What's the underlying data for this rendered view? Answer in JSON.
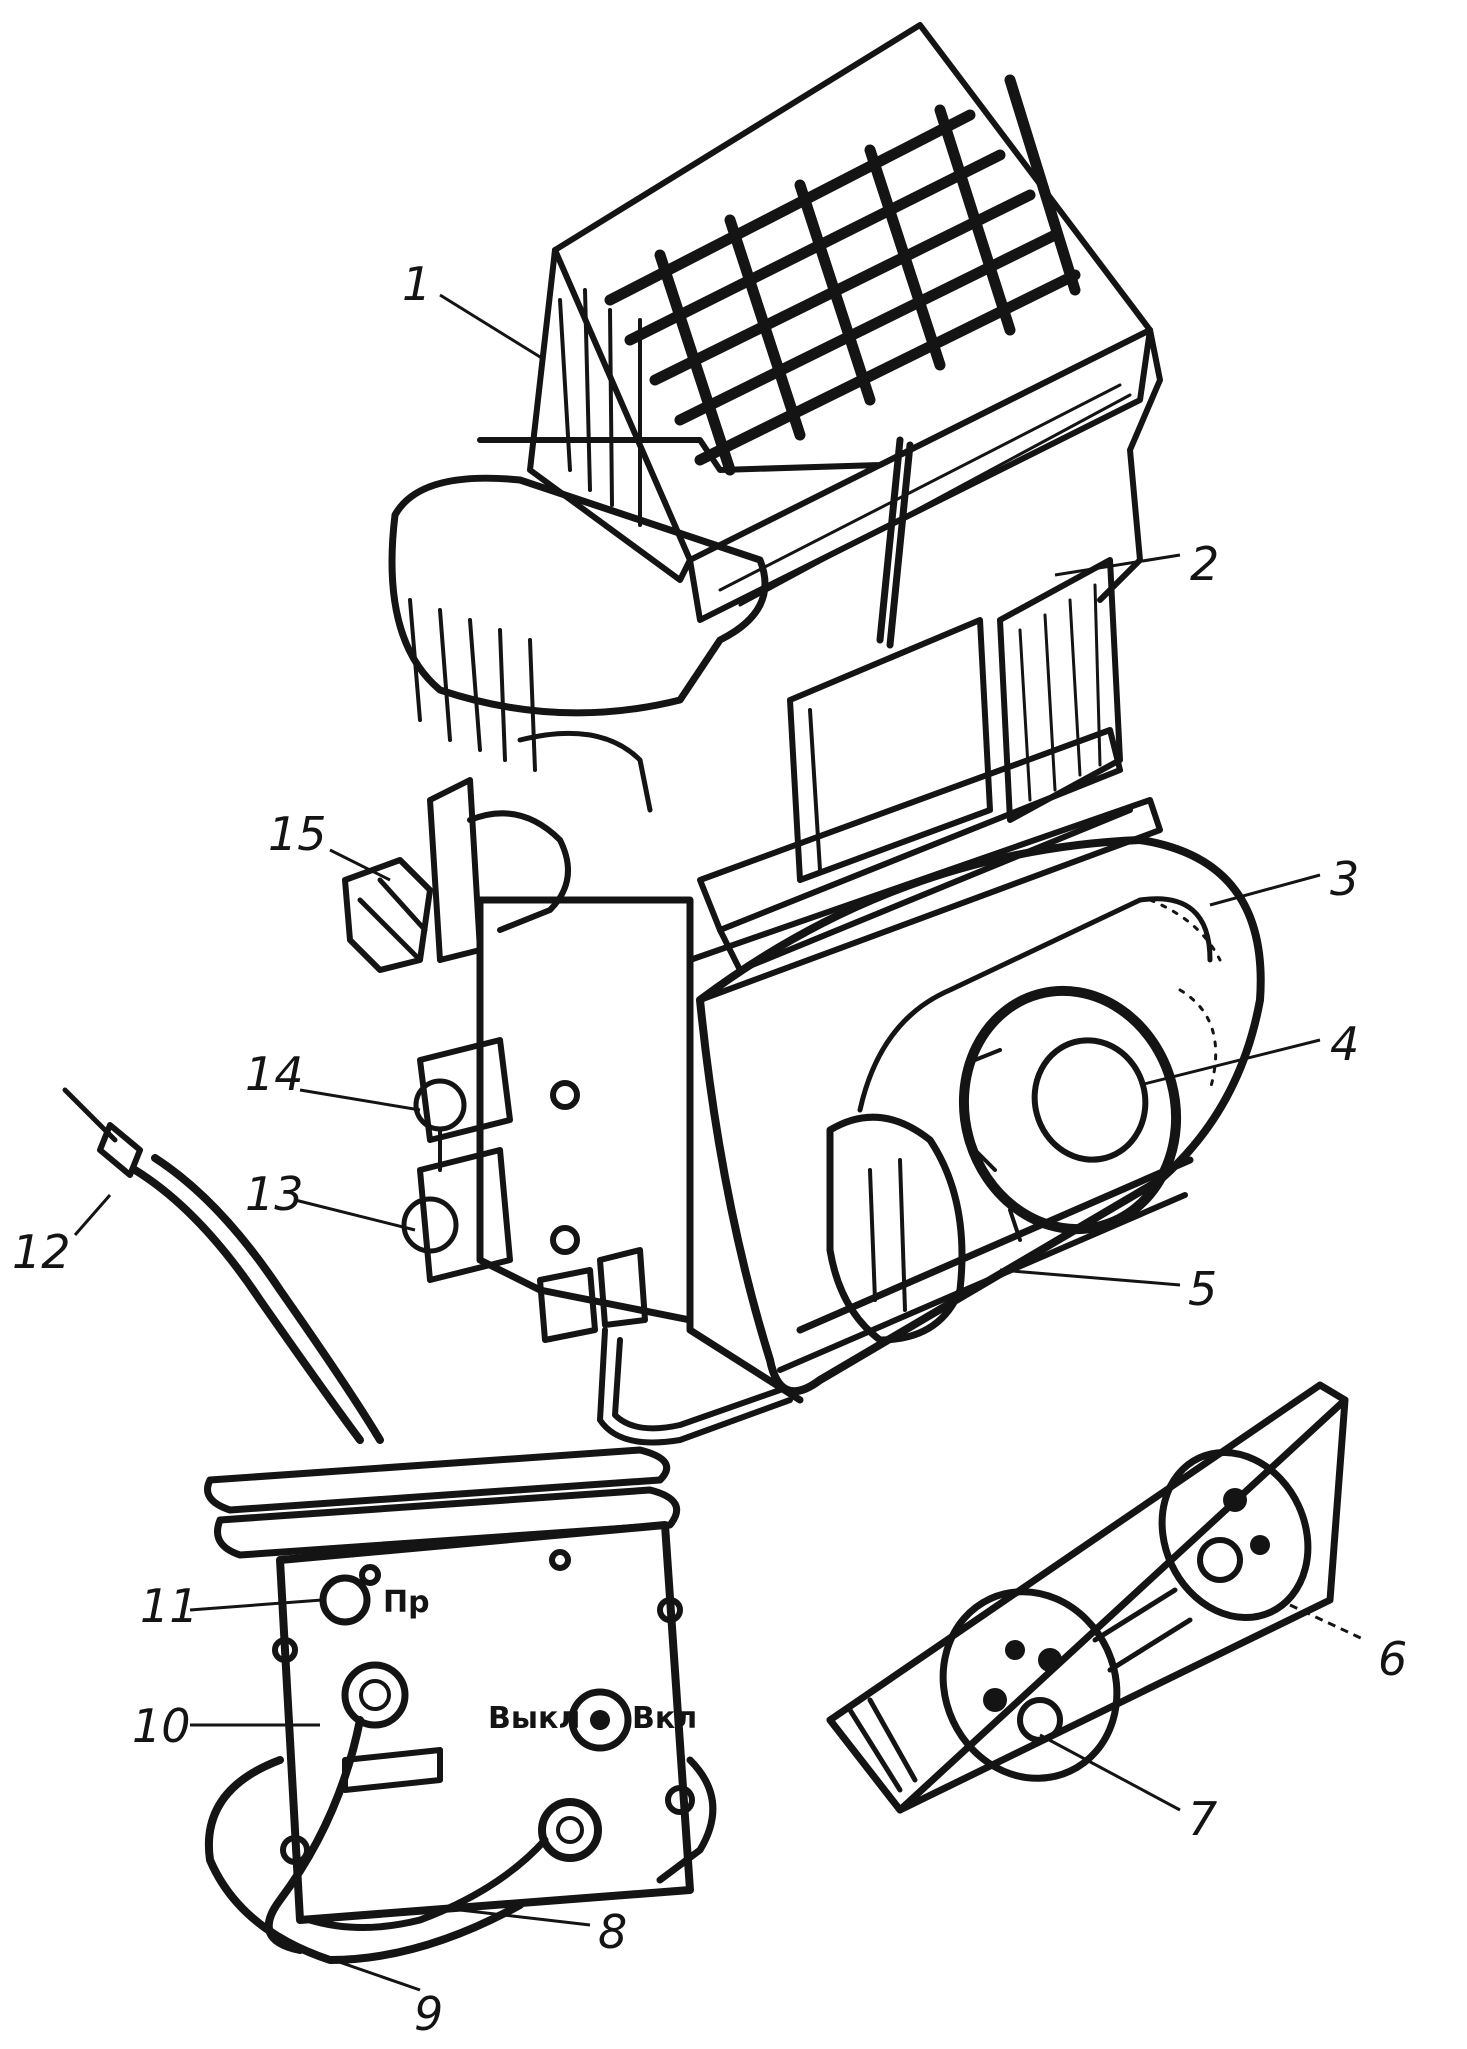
{
  "figure": {
    "callouts": [
      {
        "id": "1",
        "label": "1"
      },
      {
        "id": "2",
        "label": "2"
      },
      {
        "id": "3",
        "label": "3"
      },
      {
        "id": "4",
        "label": "4"
      },
      {
        "id": "5",
        "label": "5"
      },
      {
        "id": "6",
        "label": "6"
      },
      {
        "id": "7",
        "label": "7"
      },
      {
        "id": "8",
        "label": "8"
      },
      {
        "id": "9",
        "label": "9"
      },
      {
        "id": "10",
        "label": "10"
      },
      {
        "id": "11",
        "label": "11"
      },
      {
        "id": "12",
        "label": "12"
      },
      {
        "id": "13",
        "label": "13"
      },
      {
        "id": "14",
        "label": "14"
      },
      {
        "id": "15",
        "label": "15"
      }
    ],
    "panel_labels": {
      "pr": "Пр",
      "off": "Выкл",
      "on": "Вкл"
    }
  }
}
